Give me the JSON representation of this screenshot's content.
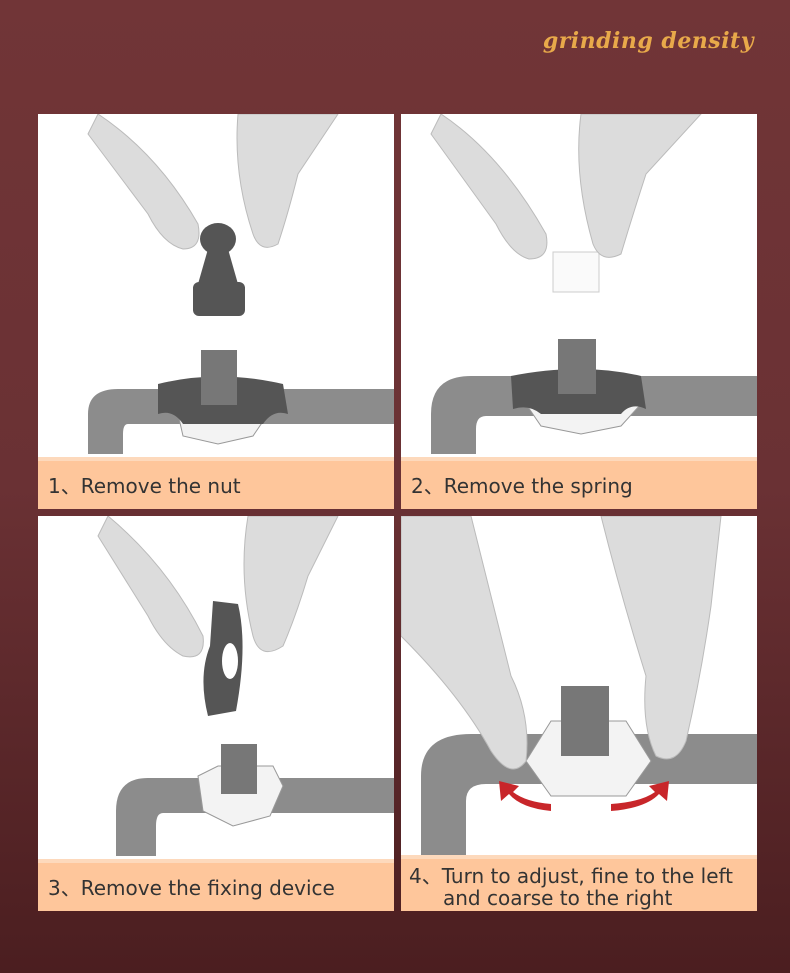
{
  "title": "grinding density",
  "steps": [
    {
      "caption": "1、Remove the nut"
    },
    {
      "caption": "2、Remove the spring"
    },
    {
      "caption": "3、Remove the fixing device"
    },
    {
      "caption_line1": "4、Turn to adjust, fine to the left",
      "caption_line2": "and coarse to the right"
    }
  ],
  "colors": {
    "background": "#6e3336",
    "accent": "#e8a94a",
    "caption_band": "#fec69b",
    "arrow": "#c8262a"
  }
}
